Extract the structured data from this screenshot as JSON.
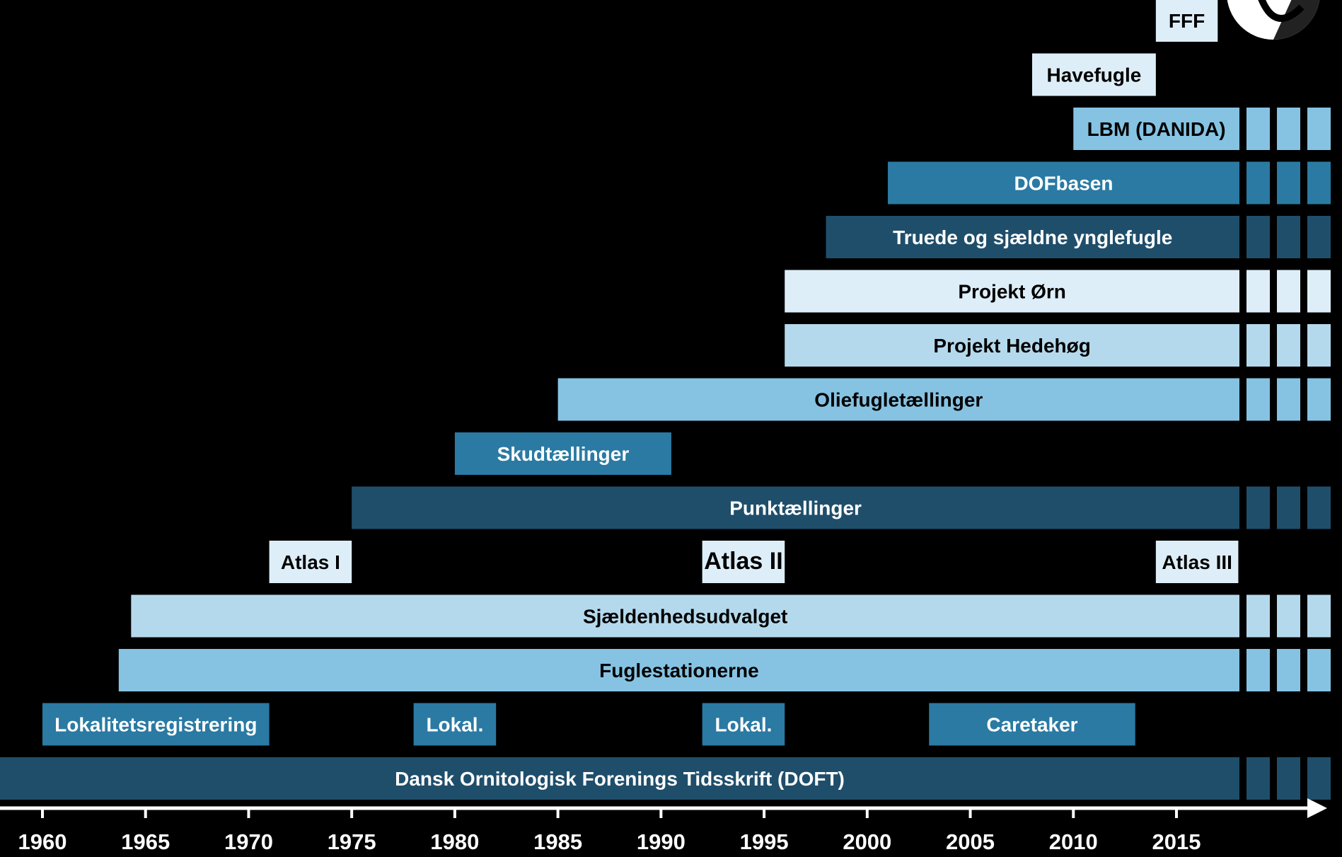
{
  "colors": {
    "background": "#000000",
    "dark": "#1f4e6b",
    "mid": "#2a7aa3",
    "light": "#86c3e3",
    "pale": "#b5d9ec",
    "palest": "#deeef8",
    "axis": "#ffffff"
  },
  "chart_data": {
    "type": "timeline",
    "xlim": [
      1958,
      2020
    ],
    "ticks": [
      1960,
      1965,
      1970,
      1975,
      1980,
      1985,
      1990,
      1995,
      2000,
      2005,
      2010,
      2015
    ],
    "tick_labels": [
      "1960",
      "1965",
      "1970",
      "1975",
      "1980",
      "1985",
      "1990",
      "1995",
      "2000",
      "2005",
      "2010",
      "2015"
    ],
    "bars": [
      {
        "label": "FFF",
        "row": 15,
        "start": 2014,
        "end": 2017,
        "continues": false,
        "color": "palest"
      },
      {
        "label": "Havefugle",
        "row": 14,
        "start": 2008,
        "end": 2014,
        "continues": false,
        "color": "palest"
      },
      {
        "label": "LBM (DANIDA)",
        "row": 13,
        "start": 2010,
        "end": 2016,
        "continues": true,
        "color": "light"
      },
      {
        "label": "DOFbasen",
        "row": 12,
        "start": 2001,
        "end": 2016,
        "continues": true,
        "color": "mid"
      },
      {
        "label": "Truede og sjældne ynglefugle",
        "row": 11,
        "start": 1998,
        "end": 2016,
        "continues": true,
        "color": "dark"
      },
      {
        "label": "Projekt Ørn",
        "row": 10,
        "start": 1996,
        "end": 2016,
        "continues": true,
        "color": "palest"
      },
      {
        "label": "Projekt Hedehøg",
        "row": 9,
        "start": 1996,
        "end": 2016,
        "continues": true,
        "color": "pale"
      },
      {
        "label": "Oliefugletællinger",
        "row": 8,
        "start": 1985,
        "end": 2016,
        "continues": true,
        "color": "light"
      },
      {
        "label": "Skudtællinger",
        "row": 7,
        "start": 1980,
        "end": 1990.5,
        "continues": false,
        "color": "mid"
      },
      {
        "label": "Punktællinger",
        "row": 6,
        "start": 1975,
        "end": 2016,
        "continues": true,
        "color": "dark"
      },
      {
        "label": "Atlas I",
        "row": 5,
        "start": 1971,
        "end": 1975,
        "continues": false,
        "color": "palest"
      },
      {
        "label": "Atlas II",
        "row": 5,
        "start": 1992,
        "end": 1996,
        "continues": false,
        "color": "palest"
      },
      {
        "label": "Atlas III",
        "row": 5,
        "start": 2014,
        "end": 2018,
        "continues": false,
        "color": "palest"
      },
      {
        "label": "Sjældenhedsudvalget",
        "row": 4,
        "start": 1964.3,
        "end": 2016,
        "continues": true,
        "color": "pale"
      },
      {
        "label": "Fuglestationerne",
        "row": 3,
        "start": 1963.7,
        "end": 2016,
        "continues": true,
        "color": "light"
      },
      {
        "label": "Lokalitetsregistrering",
        "row": 2,
        "start": 1960,
        "end": 1971,
        "continues": false,
        "color": "mid"
      },
      {
        "label": "Lokal.",
        "row": 2,
        "start": 1978,
        "end": 1982,
        "continues": false,
        "color": "mid"
      },
      {
        "label": "Lokal.",
        "row": 2,
        "start": 1992,
        "end": 1996,
        "continues": false,
        "color": "mid"
      },
      {
        "label": "Caretaker",
        "row": 2,
        "start": 2003,
        "end": 2013,
        "continues": false,
        "color": "mid"
      },
      {
        "label": "Dansk Ornitologisk Forenings Tidsskrift (DOFT)",
        "row": 1,
        "start": 1958,
        "end": 2016,
        "continues": true,
        "color": "dark"
      }
    ]
  }
}
